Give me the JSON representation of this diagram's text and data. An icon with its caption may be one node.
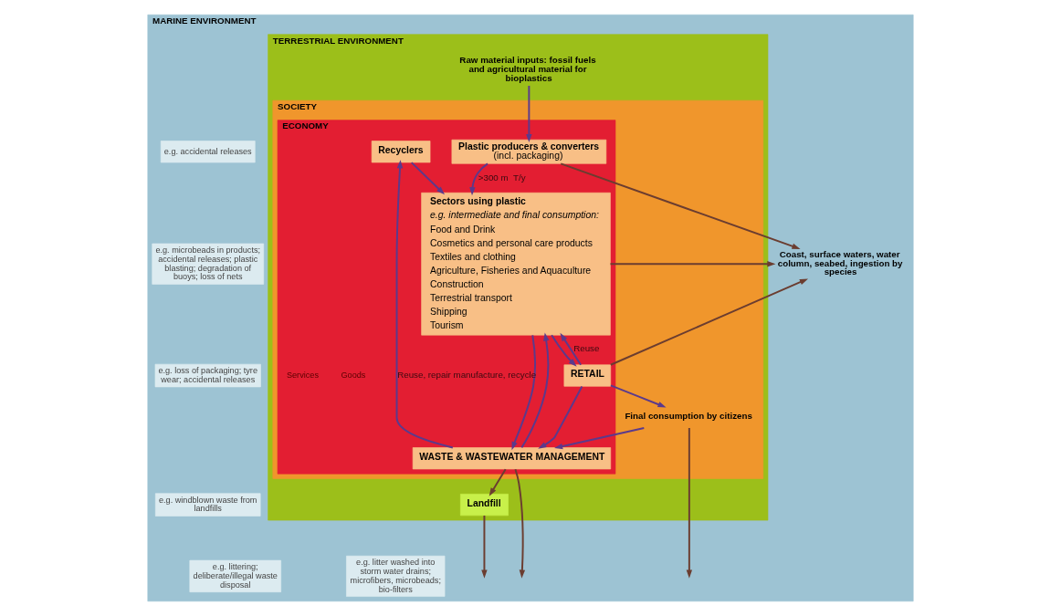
{
  "diagram": {
    "nodes": [
      {
        "text": [
          "MARINE ENVIRONMENT"
        ]
      },
      {
        "text": [
          "TERRESTRIAL ENVIRONMENT"
        ],
        "in": 0
      },
      {
        "text": [
          "SOCIETY"
        ],
        "in": 1
      },
      {
        "text": [
          "ECONOMY"
        ],
        "in": 2
      },
      {
        "text": [
          "Recyclers"
        ],
        "in": 3
      },
      {
        "text": [
          "Plastic producers & converters",
          "(incl. packaging)"
        ],
        "in": 3
      },
      {
        "text": [
          "Sectors using plastic",
          "e.g. intermediate and final consumption:",
          "Food and Drink",
          "Cosmetics and personal care products",
          "Textiles and clothing",
          "Agriculture, Fisheries and Aquaculture",
          "Construction",
          "Terrestrial transport",
          "Shipping",
          "Tourism"
        ],
        "in": 3
      },
      {
        "text": [
          "WASTE & WASTEWATER MANAGEMENT"
        ],
        "in": 3
      },
      {
        "text": [
          "RETAIL"
        ],
        "in": 3
      },
      {
        "text": [
          "Final consumption by citizens"
        ],
        "in": 2
      },
      {
        "text": [
          "Landfill"
        ],
        "in": 1
      },
      {
        "text": [
          "Raw material inputs: fossil fuels and agricultural material for bioplastics"
        ],
        "in": 1
      },
      {
        "text": [
          "Coast, surface waters, water column, seabed, ingestion by species"
        ],
        "in": 0
      },
      {
        "text": [
          "e.g. accidental releases"
        ],
        "in": 0
      },
      {
        "text": [
          "e.g. microbeads in products; accidental releases; plastic blasting; degradation of buoys; loss of nets"
        ],
        "in": 0
      },
      {
        "text": [
          "e.g. windblown waste from landfills"
        ],
        "in": 0
      },
      {
        "text": [
          "e.g. loss of packaging; tyre wear; accidental releases"
        ],
        "in": 0
      },
      {
        "text": [
          "e.g. litter washed into storm water drains; microfibers, microbeads; bio-filters"
        ],
        "in": 0
      },
      {
        "text": [
          "e.g. littering; deliberate/illegal waste disposal"
        ],
        "in": 0
      }
    ],
    "edges": [
      {
        "from": 11,
        "to": 5,
        "arrow": "to"
      },
      {
        "from": 5,
        "to": 6,
        "arrow": "to",
        "label": ">300 m  T/y"
      },
      {
        "from": 6,
        "to": 8,
        "arrow": "to"
      },
      {
        "from": 8,
        "to": 9,
        "arrow": "to"
      },
      {
        "from": 6,
        "to": 7,
        "arrow": "to"
      },
      {
        "from": 9,
        "to": 7,
        "arrow": "to"
      },
      {
        "from": 8,
        "to": 7,
        "arrow": "to"
      },
      {
        "from": 8,
        "to": 6,
        "arrow": "to",
        "label": "Reuse"
      },
      {
        "from": 7,
        "to": 4,
        "arrow": "to",
        "label": "Reuse, repair manufacture, recycle"
      },
      {
        "from": 7,
        "to": 6,
        "arrow": "to"
      },
      {
        "from": 4,
        "to": 6,
        "arrow": "to"
      },
      {
        "from": 7,
        "to": 10,
        "arrow": "to",
        "color": "#6b3d30"
      },
      {
        "from": 10,
        "to": null,
        "arrow": "to",
        "color": "#6b3d30"
      },
      {
        "from": 7,
        "to": null,
        "arrow": "to",
        "color": "#6b3d30"
      },
      {
        "from": 9,
        "to": null,
        "arrow": "to",
        "color": "#6b3d30"
      },
      {
        "from": 5,
        "to": 12,
        "arrow": "to",
        "color": "#6b3d30"
      },
      {
        "from": 6,
        "to": 12,
        "arrow": "to",
        "color": "#6b3d30"
      },
      {
        "from": 8,
        "to": 12,
        "arrow": "to",
        "color": "#6b3d30"
      }
    ],
    "labels": [
      "Goods",
      "Services"
    ]
  }
}
